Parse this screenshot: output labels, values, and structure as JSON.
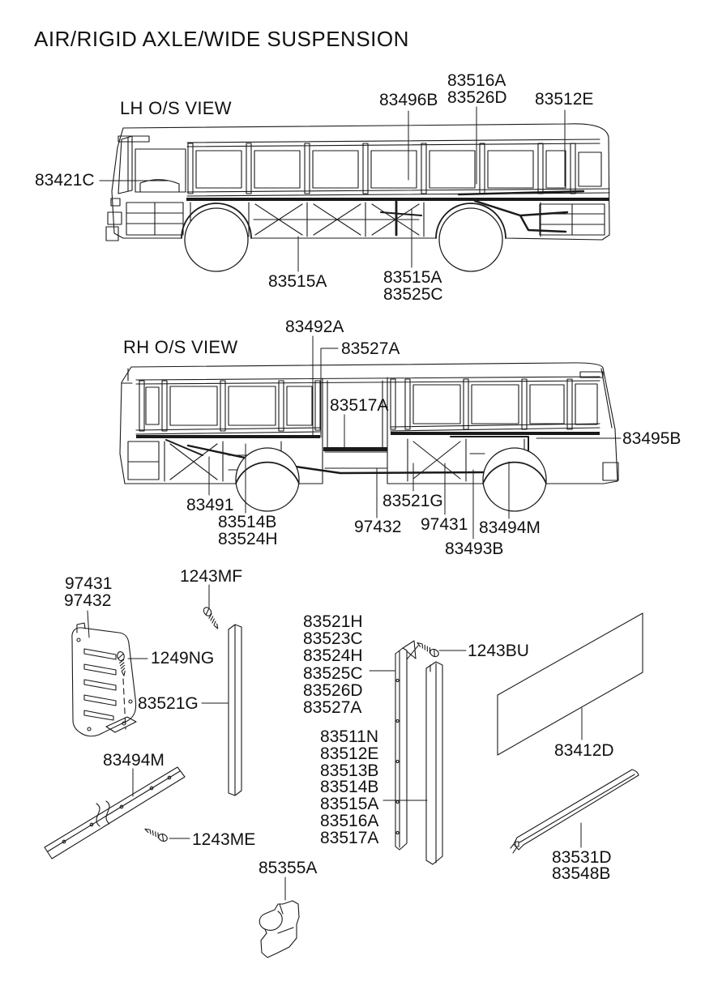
{
  "title": "AIR/RIGID AXLE/WIDE SUSPENSION",
  "colors": {
    "ink": "#1a1a1a",
    "background": "#ffffff"
  },
  "lh_view": {
    "caption": "LH O/S VIEW",
    "callouts": {
      "p83516A": "83516A",
      "p83526D": "83526D",
      "p83496B": "83496B",
      "p83512E": "83512E",
      "p83421C": "83421C",
      "p83515A_front": "83515A",
      "p83515A_rear": "83515A",
      "p83525C": "83525C"
    }
  },
  "rh_view": {
    "caption": "RH O/S VIEW",
    "callouts": {
      "p83492A": "83492A",
      "p83527A": "83527A",
      "p83517A": "83517A",
      "p83495B": "83495B",
      "p83491": "83491",
      "p83514B": "83514B",
      "p83524H": "83524H",
      "p83521G": "83521G",
      "p97432": "97432",
      "p97431": "97431",
      "p83494M": "83494M",
      "p83493B": "83493B"
    }
  },
  "parts": {
    "bracket_97431": "97431",
    "bracket_97432": "97432",
    "screw_1243MF": "1243MF",
    "screw_1249NG": "1249NG",
    "strip_83521G": "83521G",
    "strip_83494M": "83494M",
    "screw_1243ME": "1243ME",
    "clamp_85355A": "85355A",
    "garnish_upper": [
      "83521H",
      "83523C",
      "83524H",
      "83525C",
      "83526D",
      "83527A"
    ],
    "screw_1243BU": "1243BU",
    "garnish_lower": [
      "83511N",
      "83512E",
      "83513B",
      "83514B",
      "83515A",
      "83516A",
      "83517A"
    ],
    "panel_83412D": "83412D",
    "molding_83531D": "83531D",
    "molding_83548B": "83548B"
  }
}
